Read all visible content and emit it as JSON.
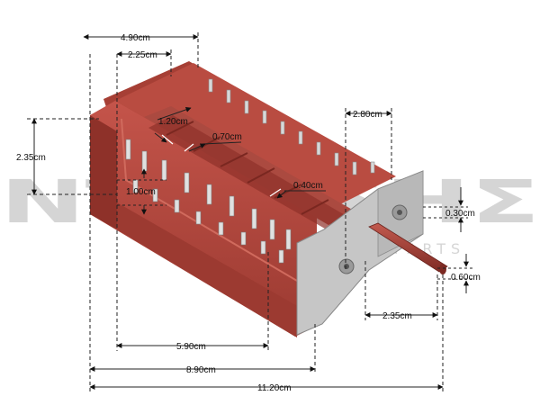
{
  "watermark": {
    "brand": "ΝΤΟΥΣΗΣ",
    "tagline": "SPARES & PARTS"
  },
  "dimensions": {
    "overall_length": "11.20cm",
    "body_length": "8.90cm",
    "contacts_span": "5.90cm",
    "top_width": "4.90cm",
    "top_inner": "2.25cm",
    "height": "2.35cm",
    "pin_pitch_a": "1.20cm",
    "pin_pitch_b": "0.70cm",
    "pin_offset": "1.00cm",
    "pin_width": "0.40cm",
    "flange_width": "2.80cm",
    "shaft_flat": "0.30cm",
    "shaft_diameter": "0.60cm",
    "shaft_length": "2.35cm"
  },
  "colors": {
    "body": "#b5473c",
    "body_dark": "#8e3129",
    "body_light": "#c85d50",
    "metal": "#c9c9c9",
    "metal_dark": "#8f8f8f",
    "shaft": "#a8453c",
    "lines": "#222222"
  }
}
